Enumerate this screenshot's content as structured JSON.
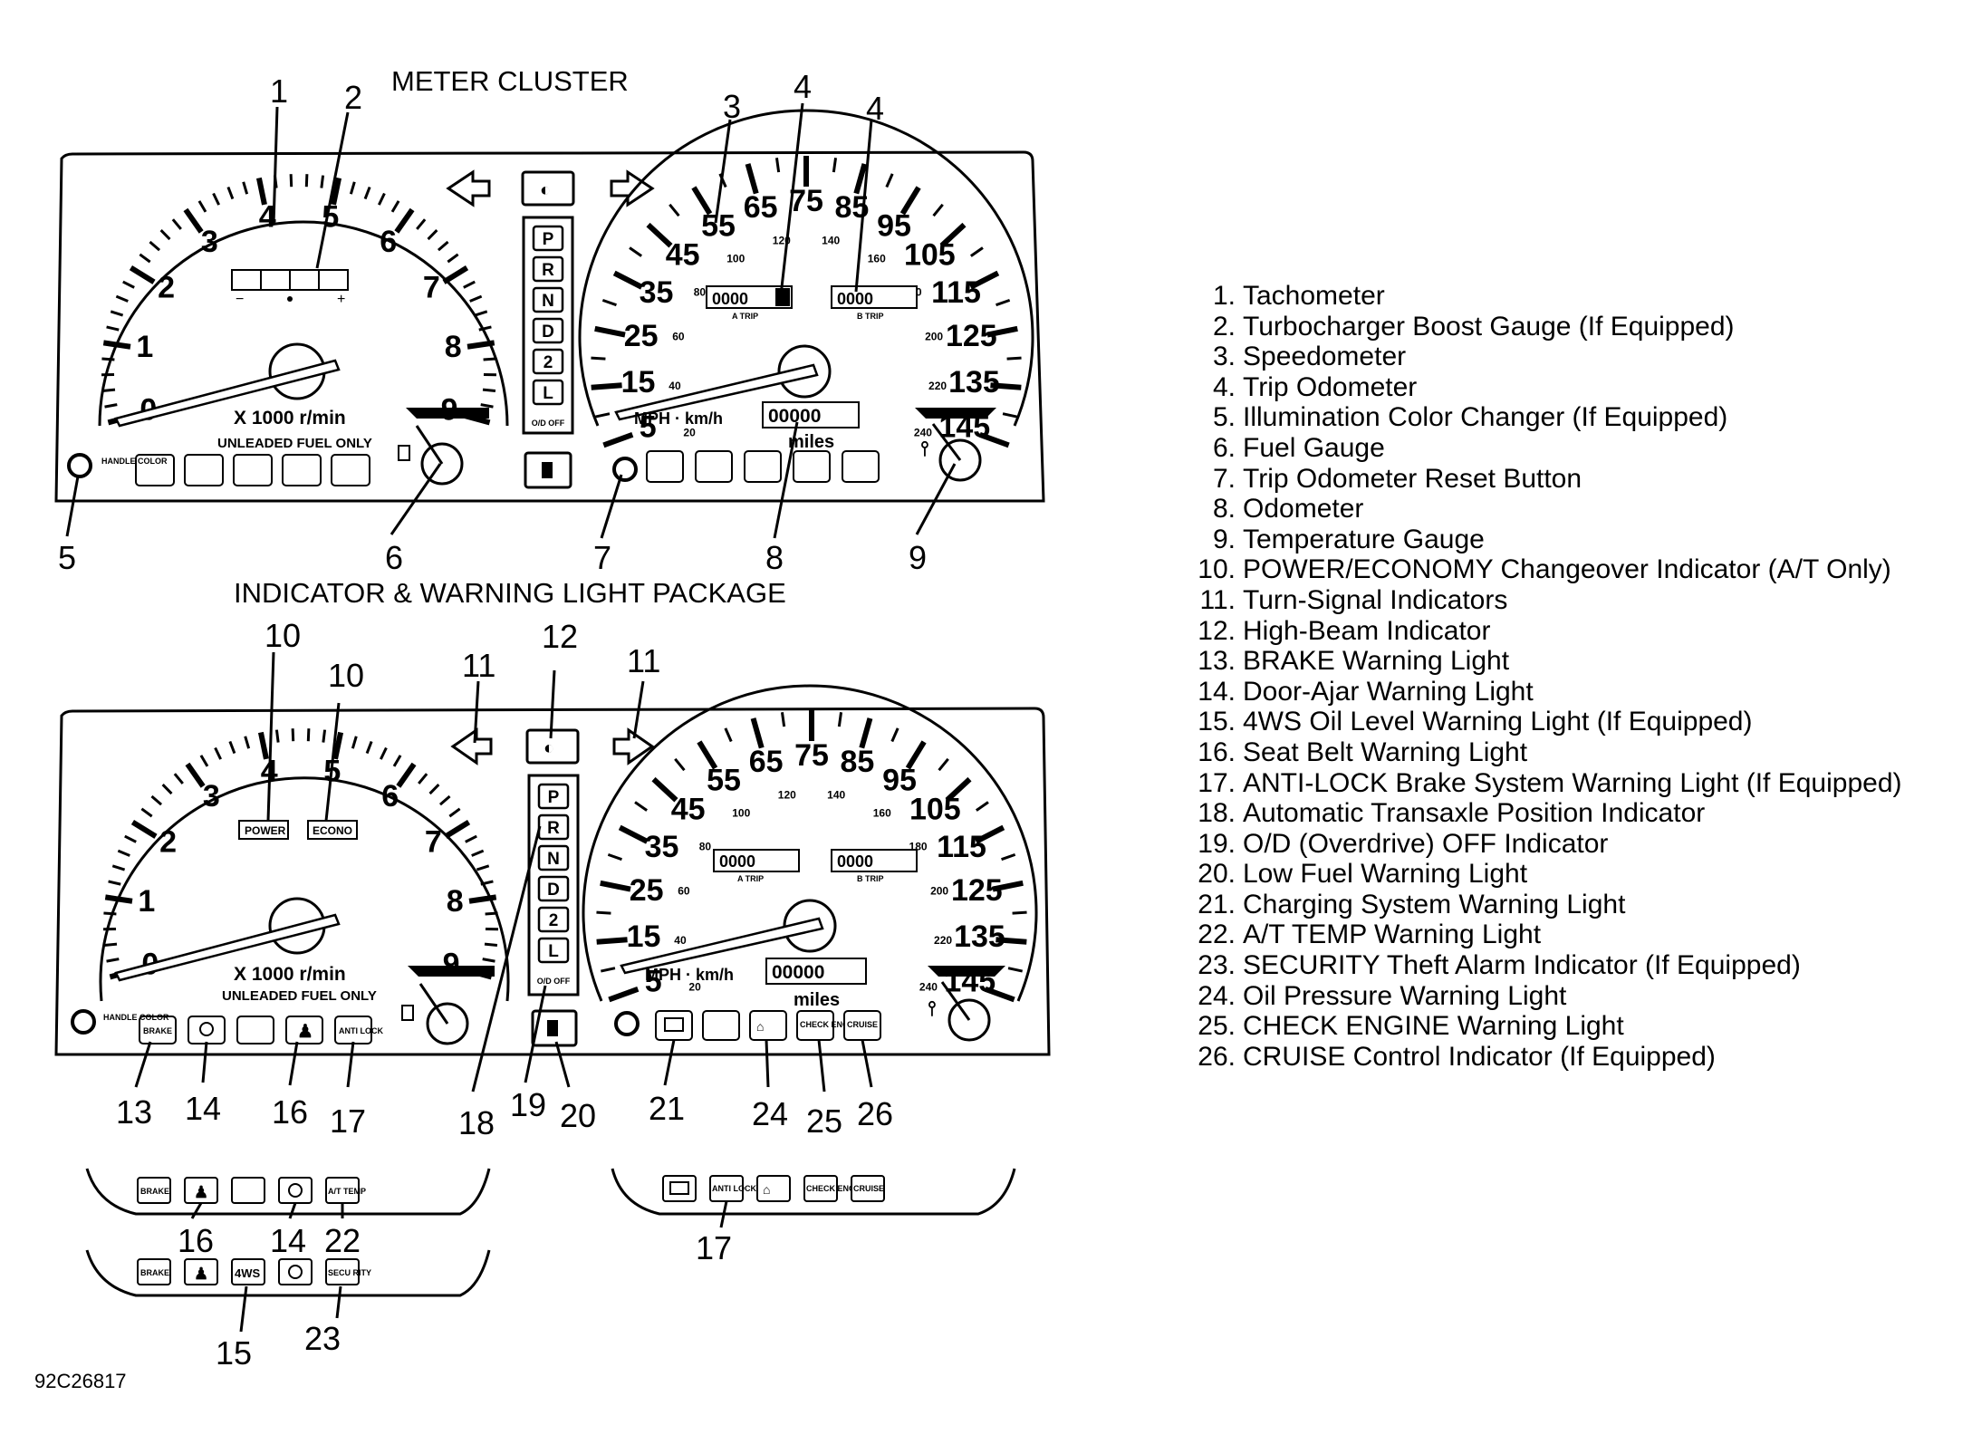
{
  "titles": {
    "meter_cluster": "METER CLUSTER",
    "indicator_package": "INDICATOR & WARNING LIGHT PACKAGE"
  },
  "figure_code": "92C26817",
  "tachometer": {
    "numbers": [
      "0",
      "1",
      "2",
      "3",
      "4",
      "5",
      "6",
      "7",
      "8",
      "9"
    ],
    "unit_label": "X 1000 r/min",
    "fuel_note": "UNLEADED  FUEL  ONLY",
    "power_label": "POWER",
    "econo_label": "ECONO"
  },
  "speedometer": {
    "mph_numbers": [
      "5",
      "15",
      "25",
      "35",
      "45",
      "55",
      "65",
      "75",
      "85",
      "95",
      "105",
      "115",
      "125",
      "135",
      "145"
    ],
    "kmh_numbers": [
      "20",
      "40",
      "60",
      "80",
      "100",
      "120",
      "140",
      "160",
      "180",
      "200",
      "220",
      "240"
    ],
    "unit_label": "MPH · km/h",
    "odometer_unit": "miles",
    "trip_a_label": "A TRIP",
    "trip_b_label": "B TRIP",
    "odometer_digits": "00000",
    "trip_digits": "0000"
  },
  "gear_positions": [
    "P",
    "R",
    "N",
    "D",
    "2",
    "L"
  ],
  "od_off_label": "O/D OFF",
  "handle_color_label": "HANDLE COLOR",
  "warning_lamps": {
    "brake": "BRAKE",
    "anti_lock": "ANTI LOCK",
    "check_engine": "CHECK ENGINE",
    "cruise": "CRUISE",
    "at_temp": "A/T TEMP",
    "four_ws": "4WS",
    "security": "SECU RITY"
  },
  "callouts": {
    "top": [
      "1",
      "2",
      "3",
      "4",
      "4",
      "5",
      "6",
      "7",
      "8",
      "9"
    ],
    "bottom": [
      "10",
      "10",
      "11",
      "12",
      "11",
      "13",
      "14",
      "16",
      "17",
      "18",
      "19",
      "20",
      "21",
      "24",
      "25",
      "26"
    ],
    "variants": [
      "16",
      "14",
      "22",
      "17",
      "15",
      "23"
    ]
  },
  "legend": [
    {
      "num": "1.",
      "text": "Tachometer"
    },
    {
      "num": "2.",
      "text": "Turbocharger Boost Gauge (If Equipped)"
    },
    {
      "num": "3.",
      "text": "Speedometer"
    },
    {
      "num": "4.",
      "text": "Trip Odometer"
    },
    {
      "num": "5.",
      "text": "Illumination Color Changer (If Equipped)"
    },
    {
      "num": "6.",
      "text": "Fuel Gauge"
    },
    {
      "num": "7.",
      "text": "Trip Odometer Reset Button"
    },
    {
      "num": "8.",
      "text": "Odometer"
    },
    {
      "num": "9.",
      "text": "Temperature Gauge"
    },
    {
      "num": "10.",
      "text": "POWER/ECONOMY Changeover Indicator (A/T Only)"
    },
    {
      "num": "11.",
      "text": "Turn-Signal Indicators"
    },
    {
      "num": "12.",
      "text": "High-Beam Indicator"
    },
    {
      "num": "13.",
      "text": "BRAKE Warning Light"
    },
    {
      "num": "14.",
      "text": "Door-Ajar Warning Light"
    },
    {
      "num": "15.",
      "text": "4WS Oil Level Warning Light (If Equipped)"
    },
    {
      "num": "16.",
      "text": "Seat Belt Warning Light"
    },
    {
      "num": "17.",
      "text": "ANTI-LOCK Brake System Warning Light (If Equipped)"
    },
    {
      "num": "18.",
      "text": "Automatic Transaxle Position Indicator"
    },
    {
      "num": "19.",
      "text": "O/D (Overdrive) OFF Indicator"
    },
    {
      "num": "20.",
      "text": "Low Fuel Warning Light"
    },
    {
      "num": "21.",
      "text": "Charging System Warning Light"
    },
    {
      "num": "22.",
      "text": "A/T TEMP Warning Light"
    },
    {
      "num": "23.",
      "text": "SECURITY Theft Alarm Indicator (If Equipped)"
    },
    {
      "num": "24.",
      "text": "Oil Pressure Warning Light"
    },
    {
      "num": "25.",
      "text": "CHECK ENGINE Warning Light"
    },
    {
      "num": "26.",
      "text": "CRUISE Control Indicator (If Equipped)"
    }
  ]
}
